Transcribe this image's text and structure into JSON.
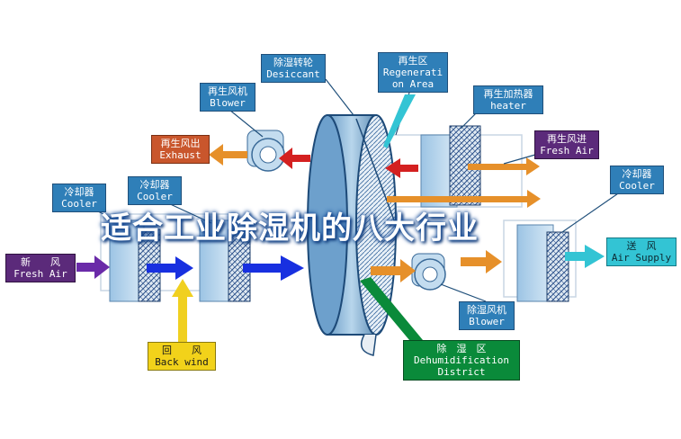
{
  "title": "适合工业除湿机的八大行业",
  "labels": {
    "desiccant": {
      "zh": "除湿转轮",
      "en": "Desiccant"
    },
    "regen_blower": {
      "zh": "再生风机",
      "en": "Blower"
    },
    "regen_area": {
      "zh": "再生区",
      "en": "Regenerati on Area"
    },
    "regen_heater": {
      "zh": "再生加热器",
      "en": "heater"
    },
    "exhaust": {
      "zh": "再生风出",
      "en": "Exhaust"
    },
    "regen_fresh": {
      "zh": "再生风进",
      "en": "Fresh Air"
    },
    "cooler1": {
      "zh": "冷却器",
      "en": "Cooler"
    },
    "cooler2": {
      "zh": "冷却器",
      "en": "Cooler"
    },
    "cooler3": {
      "zh": "冷却器",
      "en": "Cooler"
    },
    "fresh_air": {
      "zh": "新　　风",
      "en": "Fresh Air"
    },
    "air_supply": {
      "zh": "送　风",
      "en": "Air Supply"
    },
    "back_wind": {
      "zh": "回　　风",
      "en": "Back wind"
    },
    "process_blower": {
      "zh": "除湿风机",
      "en": "Blower"
    },
    "dehum": {
      "zh": "除　湿　区",
      "en": "Dehumidification District"
    }
  },
  "colors": {
    "blue_label": "#2f7fb8",
    "exhaust": "#c9562c",
    "fresh": "#5b2a7a",
    "backwind": "#f2d21a",
    "dehum": "#0a8a3a",
    "supply": "#33c4d4",
    "arrow_red": "#d42020",
    "arrow_blue": "#1830e0",
    "arrow_orange": "#e6902a",
    "arrow_purple": "#6a2aa8",
    "arrow_yellow": "#f0d020"
  }
}
